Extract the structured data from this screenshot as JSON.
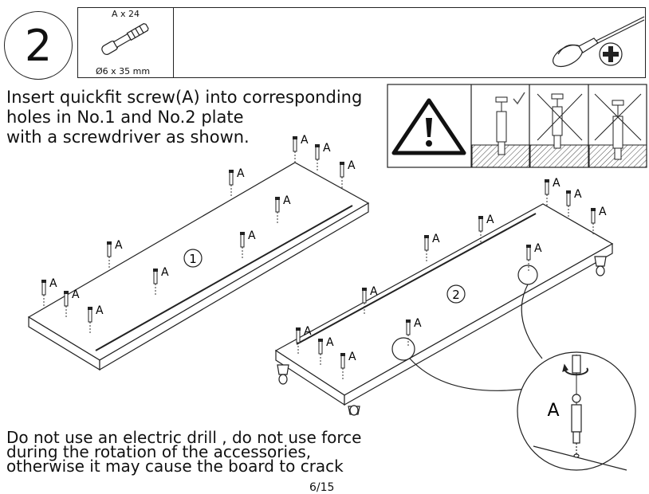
{
  "step": {
    "number": "2"
  },
  "parts": {
    "screw_quantity": "A x 24",
    "screw_size": "Ø6 x 35 mm",
    "tool_icon": "screwdriver-icon",
    "bit_icon": "phillips-head-icon"
  },
  "instruction": {
    "lines": [
      "Insert quickfit screw(A) into corresponding",
      "holes in No.1 and No.2 plate",
      "with a screwdriver as shown."
    ]
  },
  "caution": {
    "icon": "warning-triangle-icon",
    "panels": [
      "correct-depth",
      "too-shallow",
      "too-deep"
    ]
  },
  "boards": {
    "board1_label": "1",
    "board2_label": "2",
    "screw_label": "A"
  },
  "detail": {
    "label": "A"
  },
  "warning": {
    "lines": [
      "Do not use an electric drill , do not use force",
      "during the rotation of the accessories,",
      "otherwise it may cause the board to crack"
    ]
  },
  "page": {
    "number": "6/15"
  }
}
